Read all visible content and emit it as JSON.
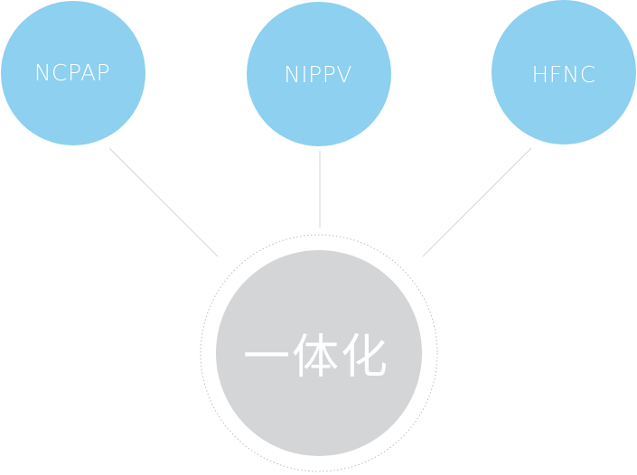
{
  "diagram": {
    "nodes": [
      {
        "label": "NCPAP"
      },
      {
        "label": "NIPPV"
      },
      {
        "label": "HFNC"
      }
    ],
    "hub": {
      "label": "一体化"
    }
  },
  "colors": {
    "node_fill": "#8dd0ef",
    "hub_fill": "#d4d5d7",
    "connector": "#d6d6d6",
    "ring": "#bdbdbd"
  }
}
